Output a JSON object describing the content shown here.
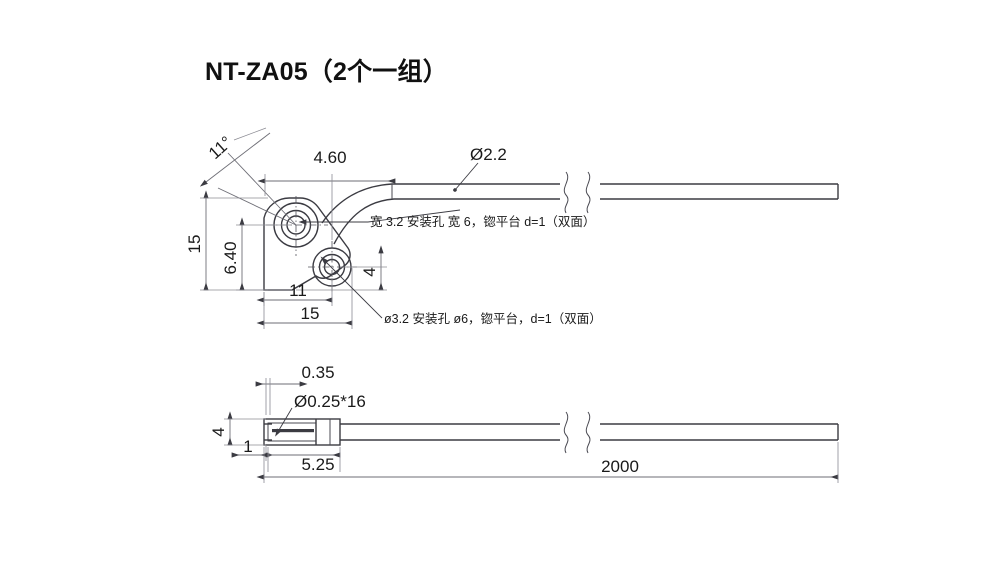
{
  "title": "NT-ZA05（2个一组）",
  "product_code": "NT-ZA05",
  "quantity_note": "（2个一组）",
  "views": {
    "top": {
      "name": "bracket-top-view",
      "dimensions": {
        "angle": "11°",
        "cable_offset": "4.60",
        "height_overall": "15",
        "height_inner": "6.40",
        "width_inner": "11",
        "width_overall": "15",
        "hole2_offset": "4",
        "cable_diameter": "Ø2.2"
      },
      "annotations": {
        "note_top": "宽 3.2 安装孔 宽 6，锪平台 d=1（双面）",
        "note_bottom": "ø3.2 安装孔 ø6，锪平台，d=1（双面）"
      }
    },
    "side": {
      "name": "bracket-side-view",
      "dimensions": {
        "tip_thickness": "0.35",
        "wire_spec": "Ø0.25*16",
        "body_height": "4",
        "step_height": "1",
        "body_length": "5.25",
        "cable_length": "2000"
      }
    }
  },
  "symbols": {
    "break_symbol": "break-line-symbol",
    "diameter_sign": "Ø",
    "degree_sign": "°"
  },
  "colors": {
    "line": "#3b3b42",
    "dimension": "#6e6e76",
    "extension": "#8b8b93",
    "text": "#1a1a1a",
    "background": "#ffffff"
  }
}
